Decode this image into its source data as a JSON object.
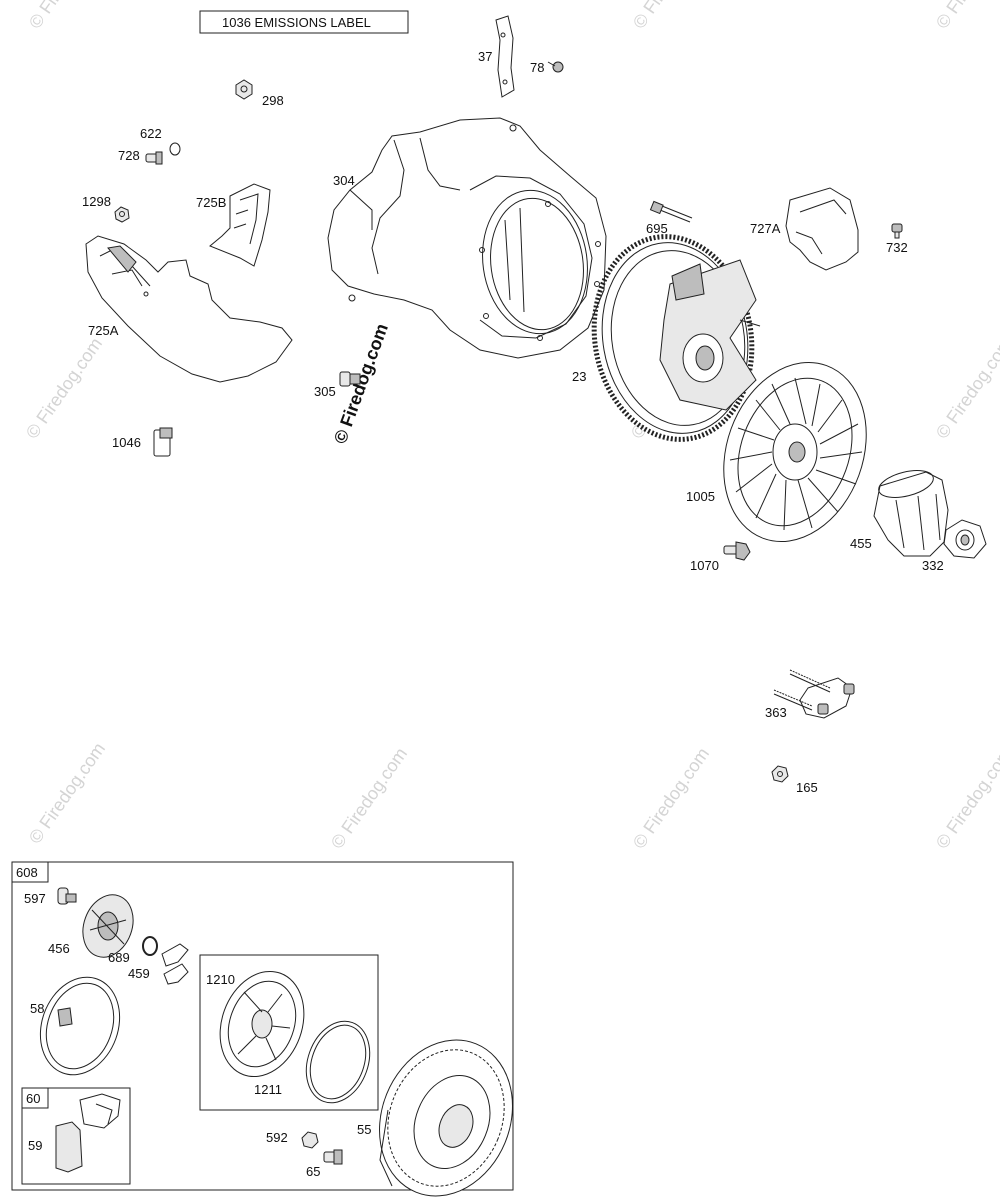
{
  "labels": {
    "emissions": "1036 EMISSIONS LABEL",
    "p37": "37",
    "p78": "78",
    "p298": "298",
    "p622": "622",
    "p728": "728",
    "p304": "304",
    "p1298": "1298",
    "p725b": "725B",
    "p725a": "725A",
    "p305": "305",
    "p1046": "1046",
    "p695": "695",
    "p727a": "727A",
    "p732": "732",
    "p23": "23",
    "p1005": "1005",
    "p455": "455",
    "p332": "332",
    "p1070": "1070",
    "p363": "363",
    "p165": "165",
    "p608": "608",
    "p597": "597",
    "p456": "456",
    "p689": "689",
    "p459": "459",
    "p58": "58",
    "p1210": "1210",
    "p1211": "1211",
    "p60": "60",
    "p59": "59",
    "p592": "592",
    "p65": "65",
    "p55": "55"
  },
  "watermark": {
    "text": "© Firedog.com"
  }
}
